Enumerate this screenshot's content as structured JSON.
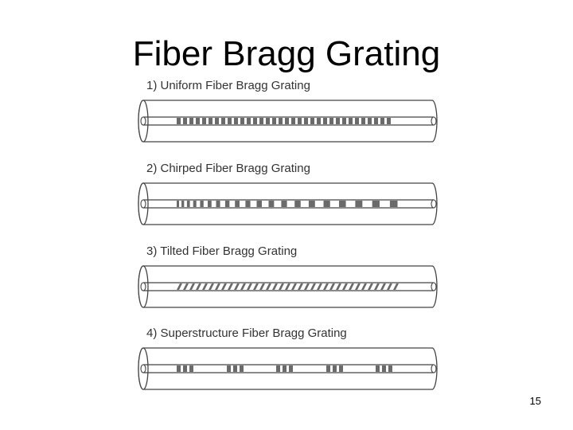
{
  "slide": {
    "title": "Fiber Bragg Grating",
    "page_number": "15"
  },
  "gratings": [
    {
      "label": "1) Uniform Fiber Bragg Grating",
      "type": "uniform"
    },
    {
      "label": "2) Chirped Fiber Bragg Grating",
      "type": "chirped"
    },
    {
      "label": "3) Tilted Fiber Bragg Grating",
      "type": "tilted"
    },
    {
      "label": "4) Superstructure Fiber Bragg Grating",
      "type": "superstructure"
    }
  ],
  "colors": {
    "outline": "#444444",
    "grating": "#6a6a6a",
    "cladding": "#ffffff"
  }
}
